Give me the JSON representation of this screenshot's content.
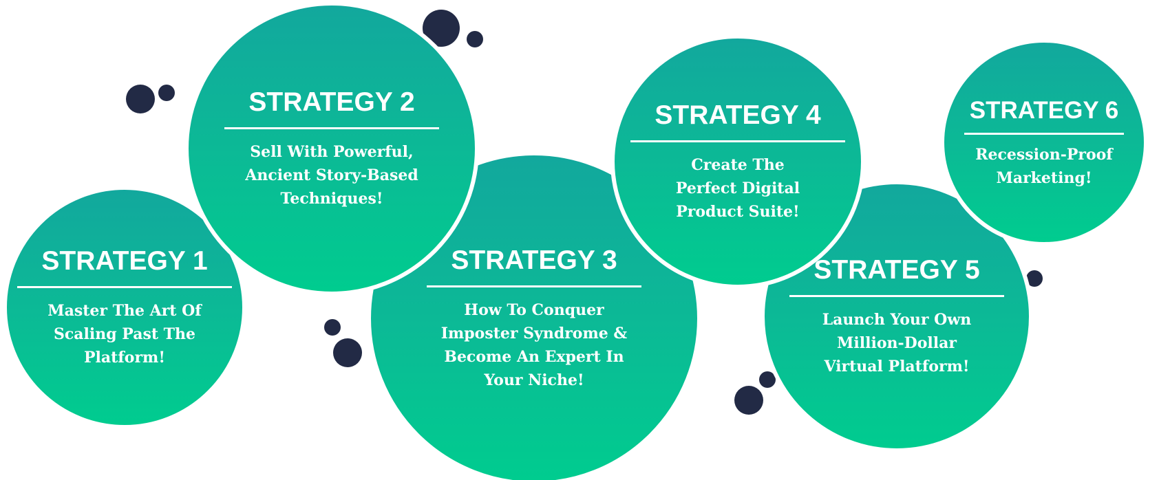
{
  "colors": {
    "gradient_top": "#12a89d",
    "gradient_bottom": "#00cc8f",
    "dot": "#222a45"
  },
  "strategies": [
    {
      "title": "STRATEGY 1",
      "lines": [
        "Master The Art Of",
        "Scaling Past The",
        "Platform!"
      ]
    },
    {
      "title": "STRATEGY 2",
      "lines": [
        "Sell With Powerful,",
        "Ancient Story-Based",
        "Techniques!"
      ]
    },
    {
      "title": "STRATEGY 3",
      "lines": [
        "How To Conquer",
        "Imposter Syndrome &",
        "Become An Expert In",
        "Your Niche!"
      ]
    },
    {
      "title": "STRATEGY 4",
      "lines": [
        "Create The",
        "Perfect Digital",
        "Product Suite!"
      ]
    },
    {
      "title": "STRATEGY 5",
      "lines": [
        "Launch Your Own",
        "Million-Dollar",
        "Virtual Platform!"
      ]
    },
    {
      "title": "STRATEGY 6",
      "lines": [
        "Recession-Proof",
        "Marketing!"
      ]
    }
  ]
}
